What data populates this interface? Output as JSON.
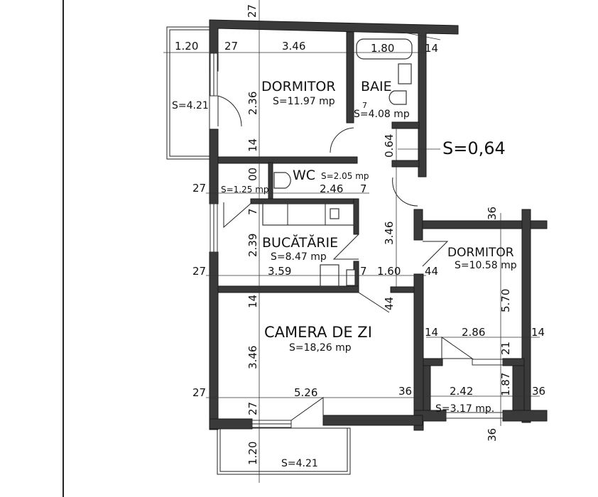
{
  "plan": {
    "rooms": [
      {
        "id": "dormitor-1",
        "name": "DORMITOR",
        "area": "S=11.97 mp"
      },
      {
        "id": "baie",
        "name": "BAIE",
        "area": "S=4.08 mp"
      },
      {
        "id": "wc",
        "name": "WC",
        "area": "S=2.05 mp"
      },
      {
        "id": "hol-mic",
        "name": "",
        "area": "S=1.25 mp"
      },
      {
        "id": "bucatarie",
        "name": "BUCĂTĂRIE",
        "area": "S=8.47 mp"
      },
      {
        "id": "camera-de-zi",
        "name": "CAMERA DE ZI",
        "area": "S=18,26 mp"
      },
      {
        "id": "dormitor-2",
        "name": "DORMITOR",
        "area": "S=10.58 mp"
      },
      {
        "id": "balcon-mic",
        "name": "",
        "area": "S=3.17 mp."
      },
      {
        "id": "balcon-nord",
        "name": "",
        "area": "S=4.21"
      },
      {
        "id": "balcon-sud",
        "name": "",
        "area": "S=4.21"
      }
    ],
    "callout": "S=0,64",
    "dimensions": {
      "top_27": "27",
      "balcony_width": "1.20",
      "wall_27": "27",
      "dormitor_width": "3.46",
      "bath_tub": "1.80",
      "wall_14_top": "14",
      "dormitor_height": "2.36",
      "baie_7": "7",
      "closet_064": "0.64",
      "wall_14_mid": "14",
      "wc_00": "00",
      "left_27_a": "27",
      "wc_width": "2.46",
      "wc_7": "7",
      "kitchen_7": "7",
      "kitchen_height": "2.39",
      "hall_height": "3.46",
      "left_27_b": "27",
      "kitchen_width": "3.59",
      "kitchen_7b": "7",
      "hall_width": "1.60",
      "door_44a": "44",
      "door_44b": "44",
      "dorm2_36": "36",
      "dorm2_height": "5.70",
      "living_14": "14",
      "living_height": "3.46",
      "dorm2_14_left": "14",
      "dorm2_width": "2.86",
      "dorm2_14_right": "14",
      "balc_21": "21",
      "balc_187": "1.87",
      "left_27_c": "27",
      "living_width": "5.26",
      "living_36": "36",
      "balc_width": "2.42",
      "balc_36_right": "36",
      "south_27": "27",
      "south_bal_height": "1.20",
      "bottom_36": "36"
    }
  }
}
